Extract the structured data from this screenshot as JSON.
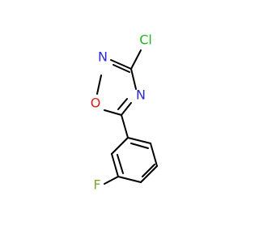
{
  "molecule": {
    "atoms": {
      "cl": {
        "label": "Cl",
        "color": "#1fb51f"
      },
      "n_top": {
        "label": "N",
        "color": "#2b2bd6"
      },
      "o": {
        "label": "O",
        "color": "#e01b1b"
      },
      "n_right": {
        "label": "N",
        "color": "#2b2bd6"
      },
      "f": {
        "label": "F",
        "color": "#7fa832"
      }
    },
    "bond_color": "#000000"
  }
}
